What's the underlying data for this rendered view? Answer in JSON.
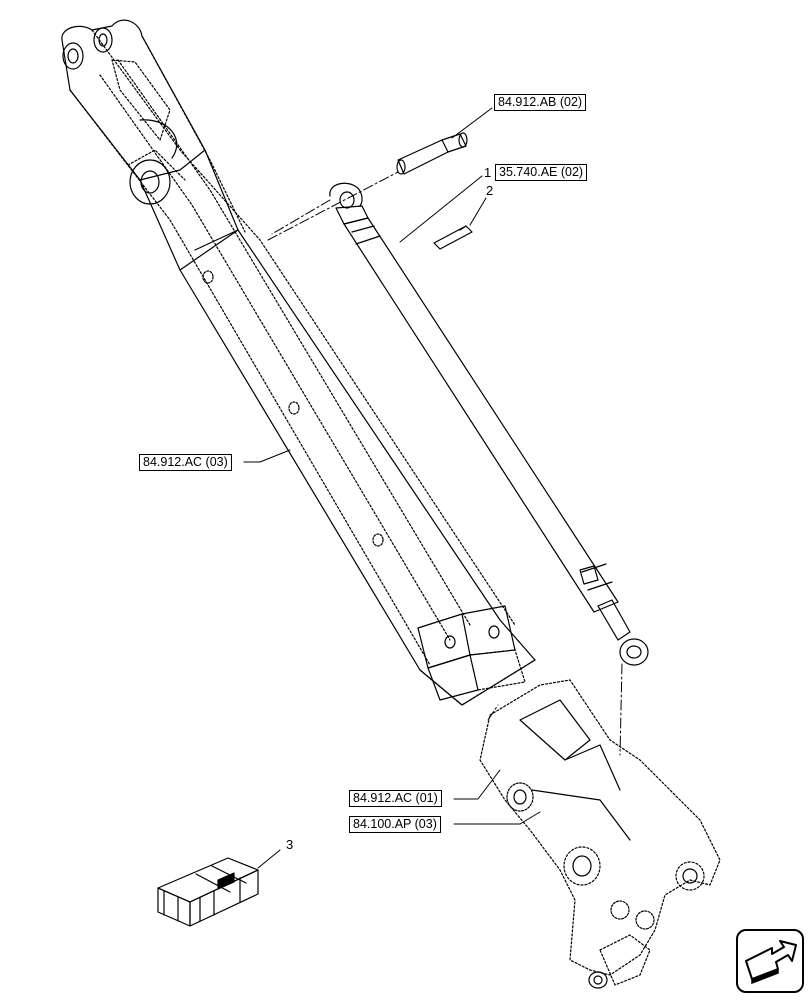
{
  "references": {
    "boom_top": "84.912.AB (02)",
    "cylinder": "35.740.AE (02)",
    "arm_left": "84.912.AC (03)",
    "boom_foot": "84.912.AC (01)",
    "pin": "84.100.AP (03)"
  },
  "callouts": {
    "cylinder": "1",
    "pin": "2",
    "kit": "3"
  },
  "icons": {
    "navigation": "next-page-arrow-icon",
    "kit": "crate-icon"
  },
  "colors": {
    "line": "#000000",
    "background": "#ffffff"
  }
}
